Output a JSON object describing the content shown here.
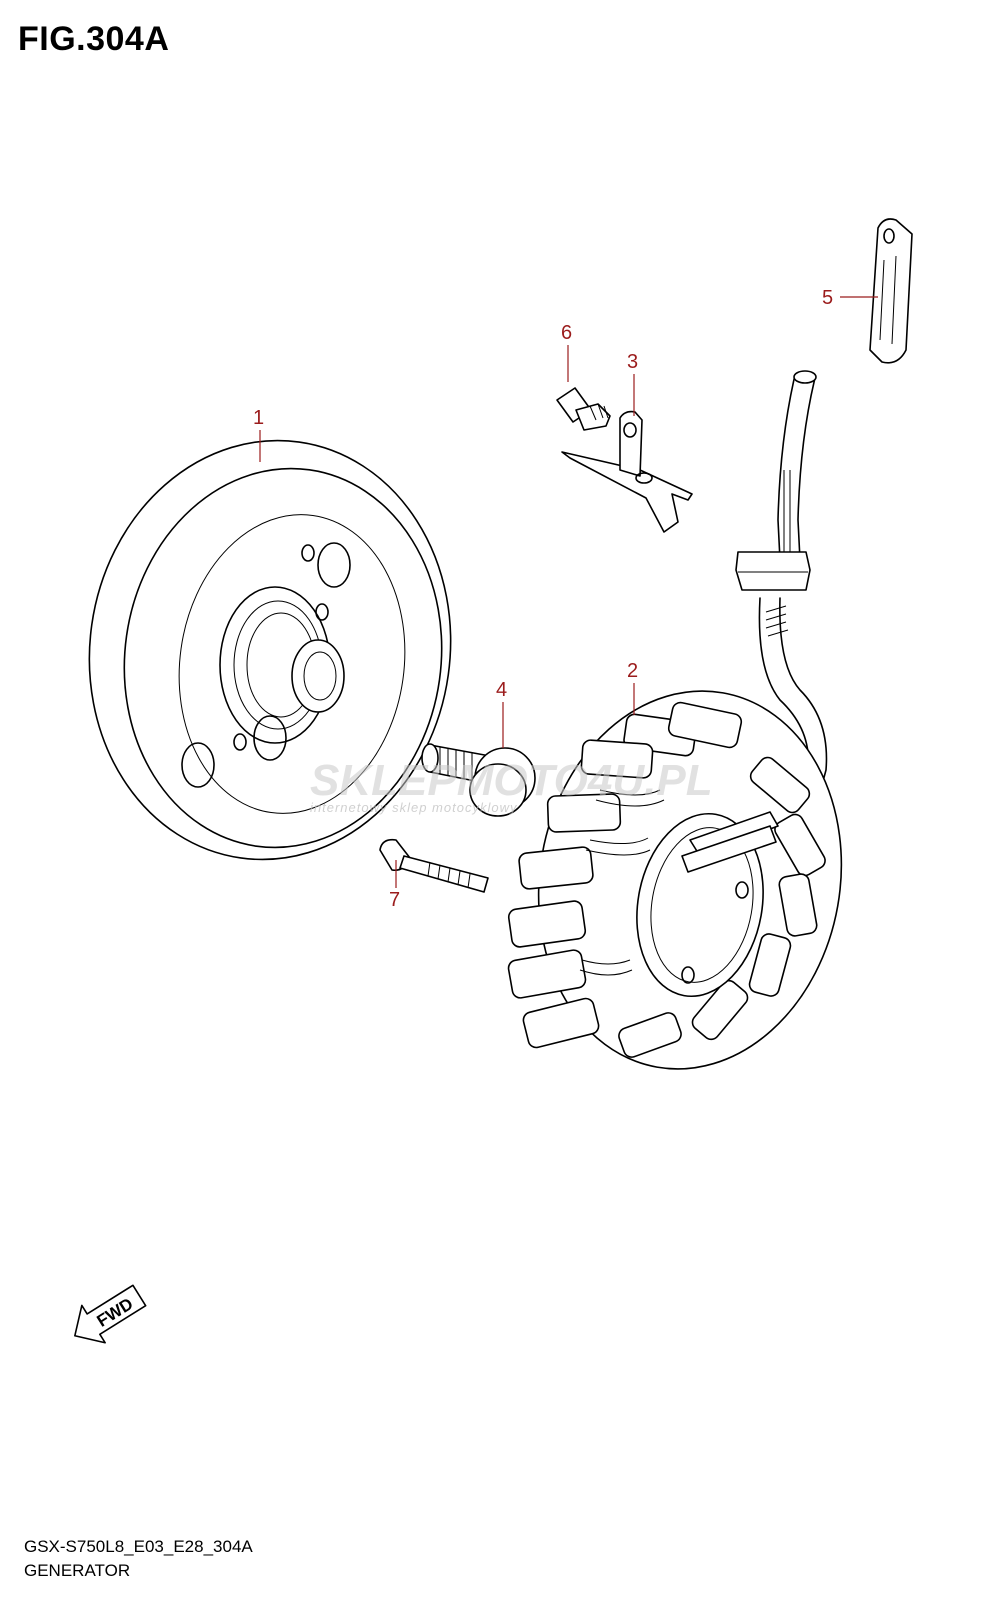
{
  "figure": {
    "title": "FIG.304A"
  },
  "callouts": {
    "c1": "1",
    "c2": "2",
    "c3": "3",
    "c4": "4",
    "c5": "5",
    "c6": "6",
    "c7": "7"
  },
  "fwd_label": "FWD",
  "watermark": {
    "brand": "SKLEPMOTO4U.PL",
    "tagline": "internetowy sklep motocyklowy"
  },
  "footer": {
    "code": "GSX-S750L8_E03_E28_304A",
    "name": "GENERATOR"
  },
  "colors": {
    "callout": "#9b1c1c",
    "line": "#000000"
  }
}
